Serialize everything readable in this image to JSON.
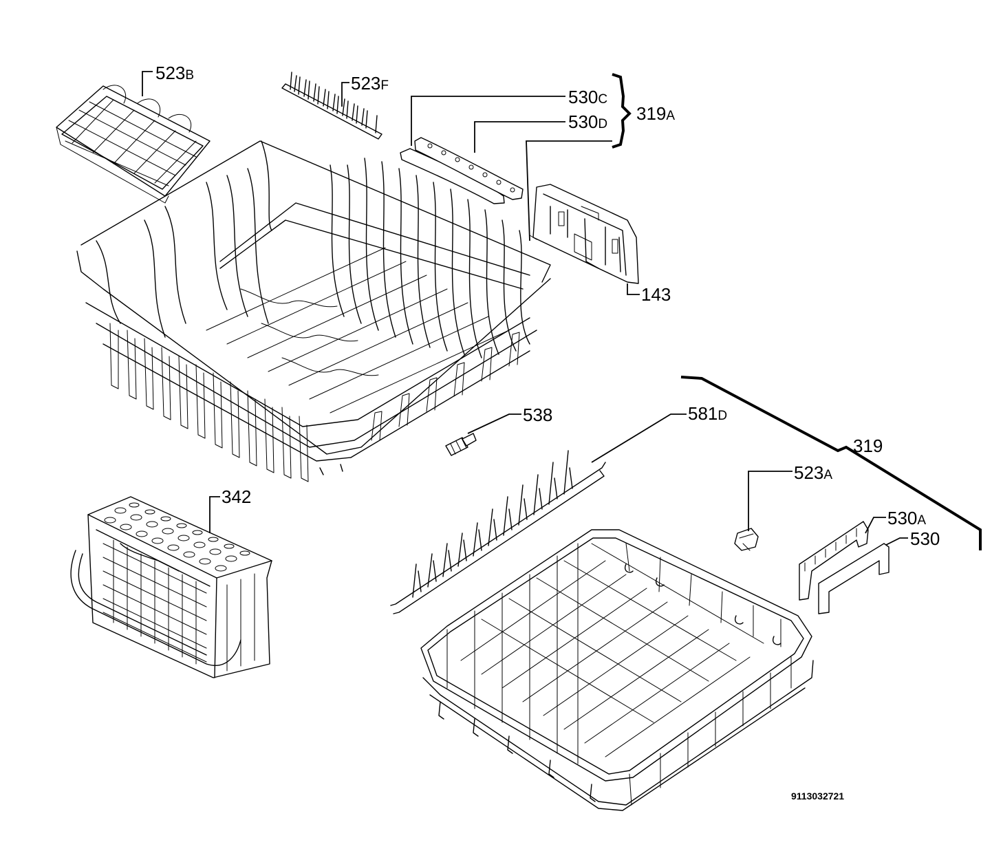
{
  "labels": {
    "l523b": {
      "main": "523",
      "suffix": "B"
    },
    "l523f": {
      "main": "523",
      "suffix": "F"
    },
    "l530c": {
      "main": "530",
      "suffix": "C"
    },
    "l530d": {
      "main": "530",
      "suffix": "D"
    },
    "l319a": {
      "main": "319",
      "suffix": "A"
    },
    "l143": {
      "main": "143",
      "suffix": ""
    },
    "l538": {
      "main": "538",
      "suffix": ""
    },
    "l581d": {
      "main": "581",
      "suffix": "D"
    },
    "l319": {
      "main": "319",
      "suffix": ""
    },
    "l523a": {
      "main": "523",
      "suffix": "A"
    },
    "l342": {
      "main": "342",
      "suffix": ""
    },
    "l530a": {
      "main": "530",
      "suffix": "A"
    },
    "l530": {
      "main": "530",
      "suffix": ""
    }
  },
  "document_number": "9113032721"
}
